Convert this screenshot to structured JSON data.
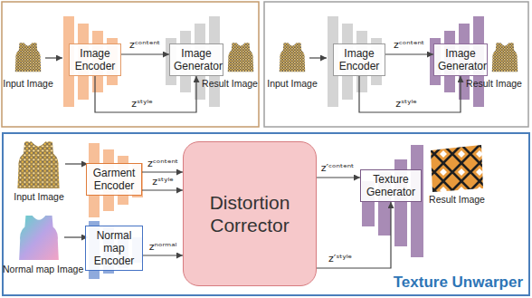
{
  "diagram": {
    "nodes": [
      {
        "text": [
          "Image Encoder"
        ]
      },
      {
        "text": [
          "Image Generator"
        ]
      },
      {
        "text": [
          "Image Encoder"
        ]
      },
      {
        "text": [
          "Image Generator"
        ]
      },
      {
        "text": [
          "Texture Unwarper"
        ]
      },
      {
        "text": [
          "Garment Encoder"
        ],
        "in": 4
      },
      {
        "text": [
          "Normal map Encoder"
        ],
        "in": 4
      },
      {
        "text": [
          "Distortion Corrector"
        ],
        "in": 4
      },
      {
        "text": [
          "Texture Generator"
        ],
        "in": 4
      }
    ],
    "edges": [
      {
        "from": 0,
        "to": 1,
        "label": "zᶜᵒⁿᵗᵉⁿᵗ",
        "arrow": "to"
      },
      {
        "from": 0,
        "to": 1,
        "label": "zˢᵗʸˡᵉ",
        "arrow": "to"
      },
      {
        "from": 2,
        "to": 3,
        "label": "zᶜᵒⁿᵗᵉⁿᵗ",
        "arrow": "to"
      },
      {
        "from": 2,
        "to": 3,
        "label": "zˢᵗʸˡᵉ",
        "arrow": "to"
      },
      {
        "from": 5,
        "to": 7,
        "label": "zᶜᵒⁿᵗᵉⁿᵗ",
        "arrow": "to"
      },
      {
        "from": 5,
        "to": 7,
        "label": "zˢᵗʸˡᵉ",
        "arrow": "to"
      },
      {
        "from": 6,
        "to": 7,
        "label": "zⁿᵒʳᵐᵃˡ",
        "arrow": "to"
      },
      {
        "from": 7,
        "to": 8,
        "label": "z′ᶜᵒⁿᵗᵉⁿᵗ",
        "arrow": "to"
      },
      {
        "from": 7,
        "to": 8,
        "label": "z′ˢᵗʸˡᵉ",
        "arrow": "to"
      }
    ],
    "labels": [
      "Input Image",
      "Result Image",
      "Input Image",
      "Result Image",
      "Input Image",
      "Normal map Image",
      "Result Image"
    ]
  }
}
